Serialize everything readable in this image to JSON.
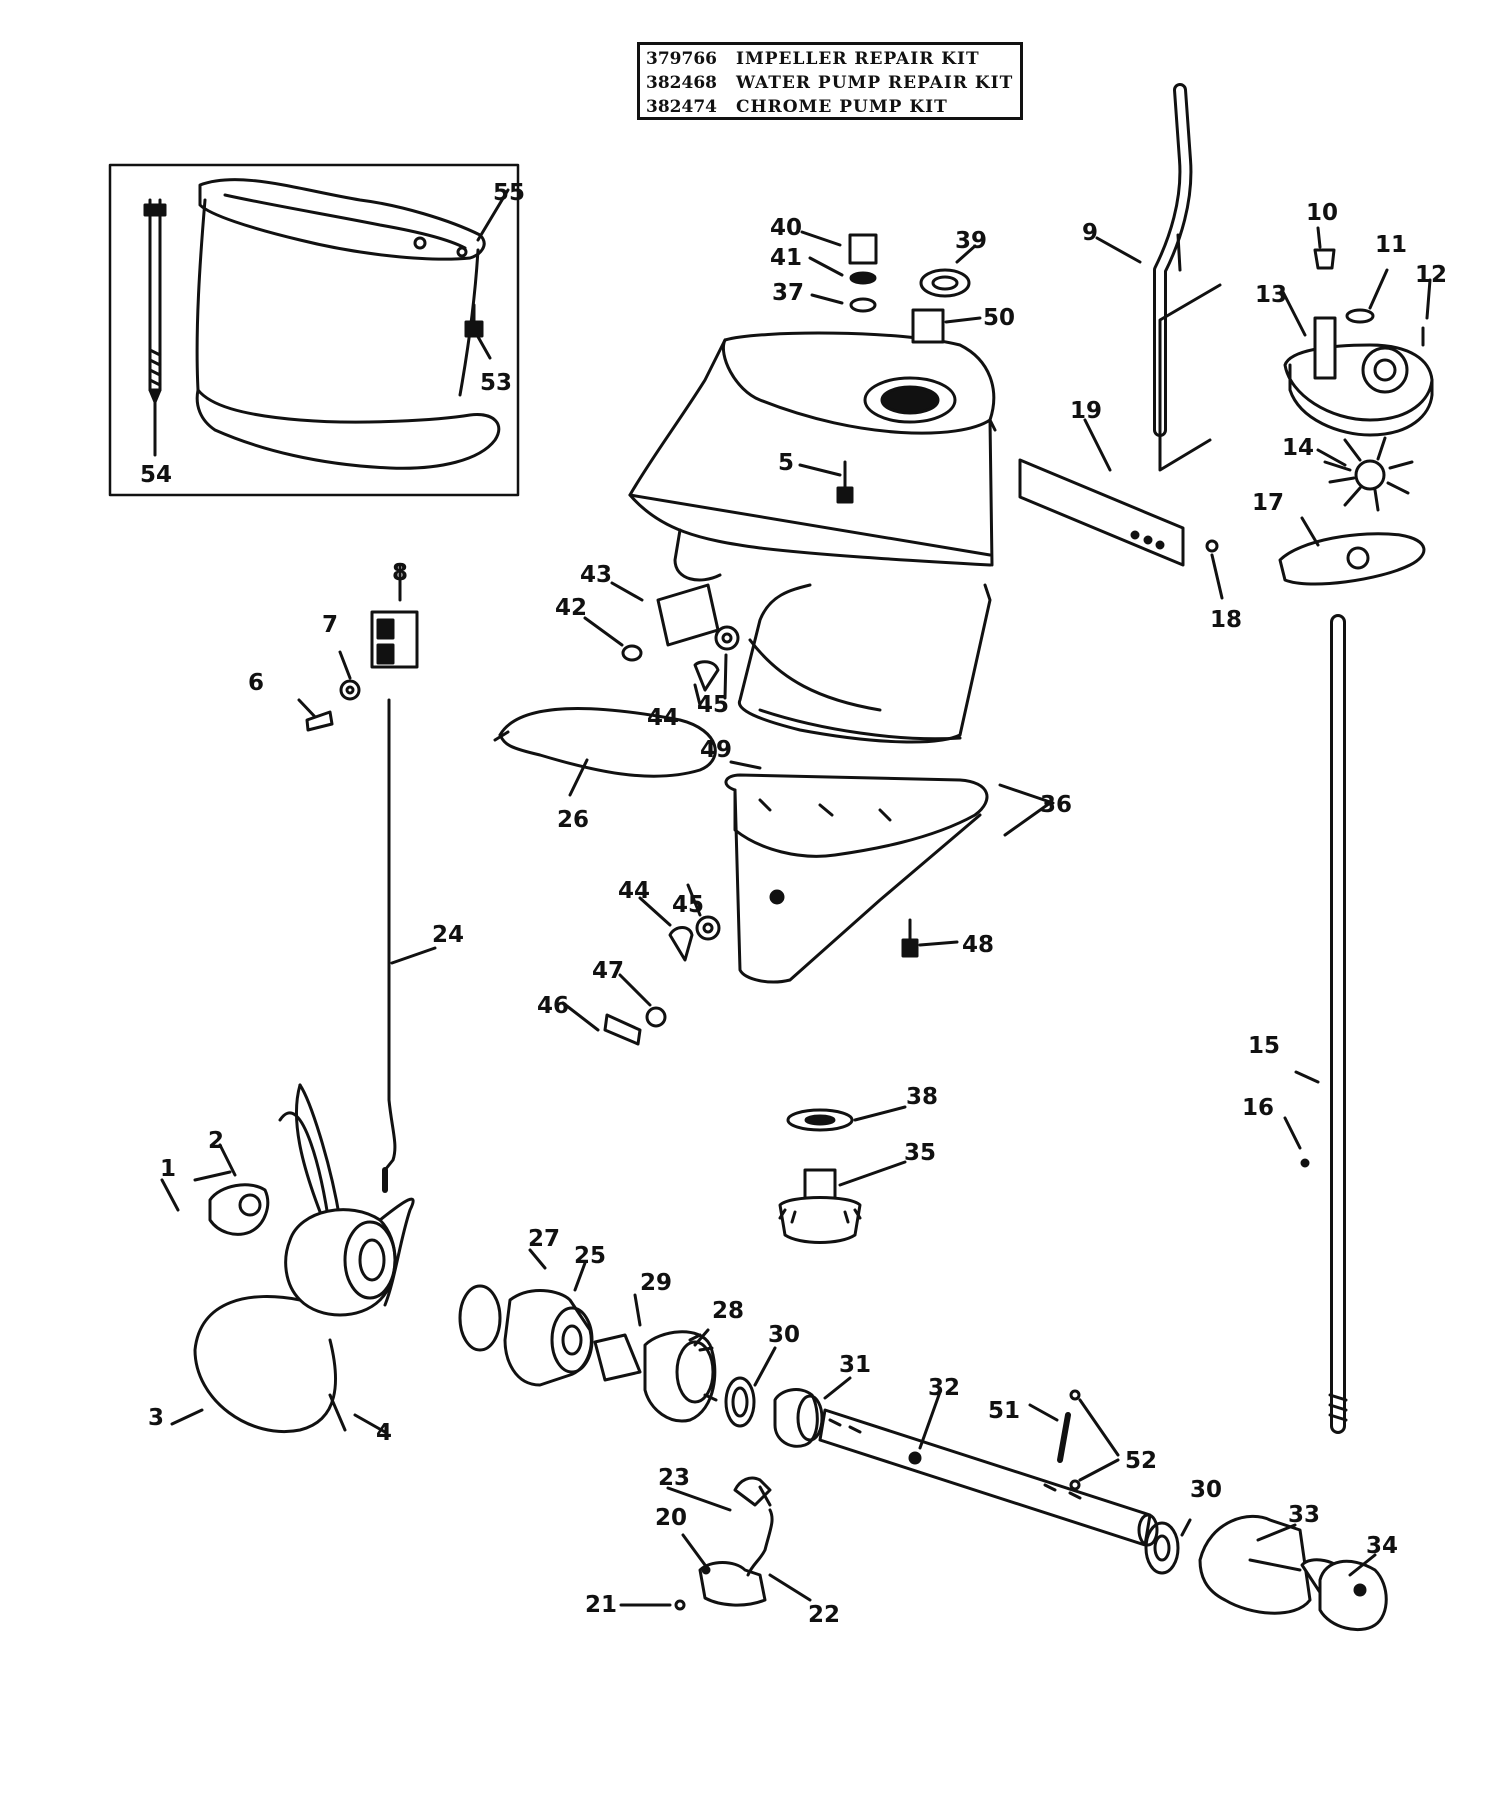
{
  "kits": [
    {
      "part": "379766",
      "description": "IMPELLER REPAIR KIT"
    },
    {
      "part": "382468",
      "description": "WATER PUMP REPAIR KIT"
    },
    {
      "part": "382474",
      "description": "CHROME PUMP KIT"
    }
  ],
  "callouts": [
    "1",
    "2",
    "3",
    "4",
    "5",
    "6",
    "7",
    "8",
    "9",
    "10",
    "11",
    "12",
    "13",
    "14",
    "15",
    "16",
    "17",
    "18",
    "19",
    "20",
    "21",
    "22",
    "23",
    "24",
    "25",
    "26",
    "27",
    "28",
    "29",
    "30",
    "31",
    "32",
    "33",
    "34",
    "35",
    "36",
    "37",
    "38",
    "39",
    "40",
    "41",
    "42",
    "43",
    "44",
    "45",
    "46",
    "47",
    "48",
    "49",
    "50",
    "51",
    "52",
    "53",
    "54",
    "55"
  ]
}
